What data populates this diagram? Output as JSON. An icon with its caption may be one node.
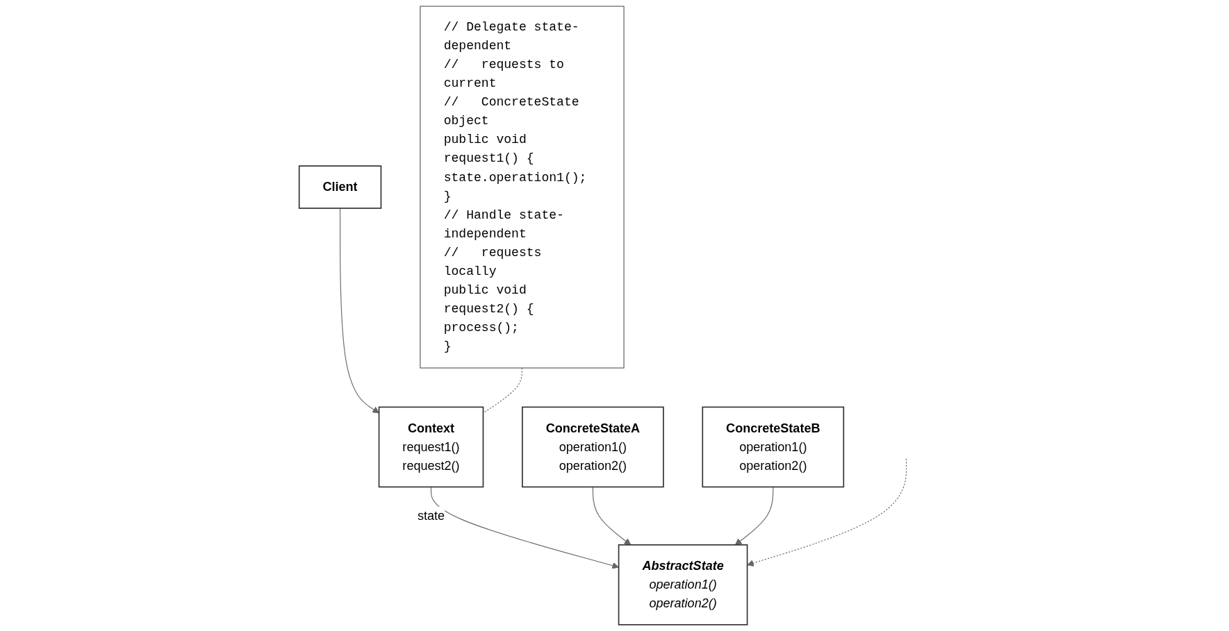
{
  "diagram": {
    "nodes": [
      {
        "text": [
          "Client"
        ]
      },
      {
        "text": [
          "Context",
          "request1()",
          "request2()"
        ]
      },
      {
        "text": [
          "AbstractState",
          "operation1()",
          "operation2()"
        ]
      },
      {
        "text": [
          "ConcreteStateA",
          "operation1()",
          "operation2()"
        ]
      },
      {
        "text": [
          "ConcreteStateB",
          "operation1()",
          "operation2()"
        ]
      },
      {
        "text": [
          "// Delegate state-dependent",
          "//   requests to current",
          "//   ConcreteState object",
          "public void request1() {",
          "state.operation1();",
          "}",
          "// Handle state-independent",
          "//   requests locally",
          "public void request2() {",
          "process();",
          "}"
        ]
      }
    ],
    "edges": [
      {
        "from": 0,
        "to": 1,
        "arrow": "to"
      },
      {
        "from": 1,
        "to": 2,
        "arrow": "to",
        "label": "state"
      },
      {
        "from": 3,
        "to": 2,
        "arrow": "to"
      },
      {
        "from": 4,
        "to": 2,
        "arrow": "to"
      },
      {
        "from": null,
        "to": 2,
        "arrow": "to",
        "style": "dashed"
      },
      {
        "from": 5,
        "to": 1,
        "arrow": "none",
        "style": "dashed"
      }
    ]
  }
}
